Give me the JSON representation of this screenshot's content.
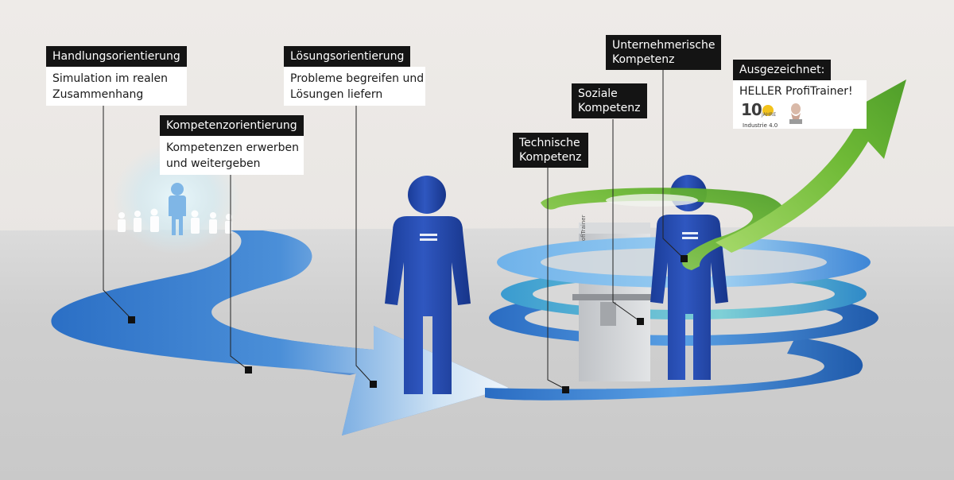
{
  "callouts": {
    "handlung": {
      "title": "Handlungsorientierung",
      "line1": "Simulation im realen",
      "line2": "Zusammenhang"
    },
    "kompetenz": {
      "title": "Kompetenzorientierung",
      "line1": "Kompetenzen erwerben",
      "line2": "und weitergeben"
    },
    "loesung": {
      "title": "Lösungsorientierung",
      "line1": "Probleme begreifen und",
      "line2": "Lösungen liefern"
    },
    "sozial": {
      "line1": "Soziale",
      "line2": "Kompetenz"
    },
    "technisch": {
      "line1": "Technische",
      "line2": "Kompetenz"
    },
    "unternehmerisch": {
      "line1": "Unternehmerische",
      "line2": "Kompetenz"
    },
    "award": {
      "title": "Ausgezeichnet:",
      "text": "HELLER ProfiTrainer!"
    }
  },
  "logos": {
    "big_number": "10",
    "small_text": "Industrie 4.0",
    "mini_text": "JAHRE"
  },
  "machine_label": "ProfiTrainer",
  "colors": {
    "path_blue": "#2f74c8",
    "figure_blue": "#1f45a8",
    "arrow_green": "#7ec23a",
    "callout_bg": "#141414"
  }
}
